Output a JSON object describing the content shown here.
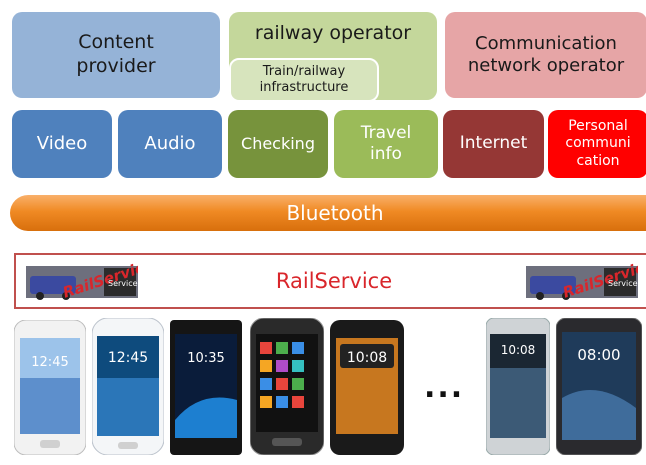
{
  "top_row": {
    "content_provider": "Content\nprovider",
    "railway_operator": "railway operator",
    "train_infrastructure": "Train/railway\ninfrastructure",
    "communication_operator": "Communication\nnetwork operator"
  },
  "services": {
    "video": "Video",
    "audio": "Audio",
    "checking": "Checking",
    "travel_info": "Travel\ninfo",
    "internet": "Internet",
    "personal": "Personal\ncommuni\ncation"
  },
  "bluetooth": "Bluetooth",
  "railservice": {
    "label": "RailService",
    "logo_text": "RailService",
    "logo_tag": "Service"
  },
  "devices": {
    "ellipsis": "...",
    "screen_times": [
      "12:45",
      "12:45",
      "10:35",
      "",
      "10:08",
      "10:08",
      "08:00"
    ]
  },
  "colors": {
    "accent_orange": "#f08a24",
    "railservice_red": "#d9262b"
  }
}
